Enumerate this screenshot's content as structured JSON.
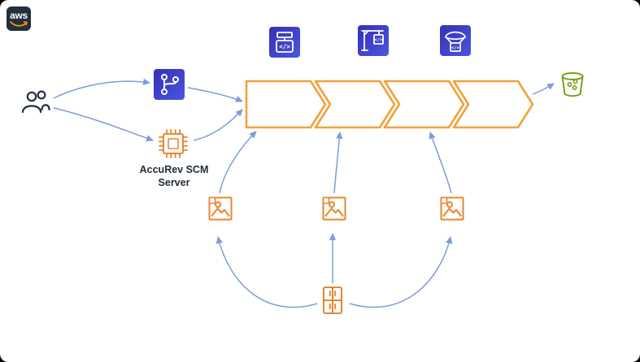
{
  "diagram": {
    "logo": {
      "text": "aws"
    },
    "source": {
      "users_icon": "users-icon",
      "repository_icon": "codecommit-icon",
      "accurev": {
        "line1": "AccuRev SCM",
        "line2": "Server",
        "icon": "accurev-scm-server-chip-icon"
      }
    },
    "pipeline": {
      "stage_count": 4,
      "stage_service_icons": [
        "codepipeline-icon",
        "codebuild-icon",
        "codedeploy-icon"
      ]
    },
    "images": {
      "image_icon_count": 3,
      "icon": "machine-image-icon"
    },
    "builder": {
      "icon": "ec2-image-builder-icon"
    },
    "storage": {
      "icon": "s3-bucket-icon"
    },
    "glyphs": {
      "code": "</>"
    },
    "colors": {
      "service_indigo": "#3A3FC8",
      "resource_orange": "#E8862D",
      "pipeline_amber": "#F0A23C",
      "storage_green": "#7AA116",
      "connector_blue": "#7E9CD8",
      "ink_dark": "#232F3E",
      "logo_smile_orange": "#FF9900"
    },
    "connections": [
      "users-to-repository",
      "users-to-accurev-server",
      "repository-to-pipeline",
      "accurev-server-to-pipeline",
      "pipeline-to-s3-bucket",
      "image-1-to-pipeline",
      "image-2-to-pipeline",
      "image-3-to-pipeline",
      "builder-to-image-1",
      "builder-to-image-2",
      "builder-to-image-3"
    ]
  }
}
